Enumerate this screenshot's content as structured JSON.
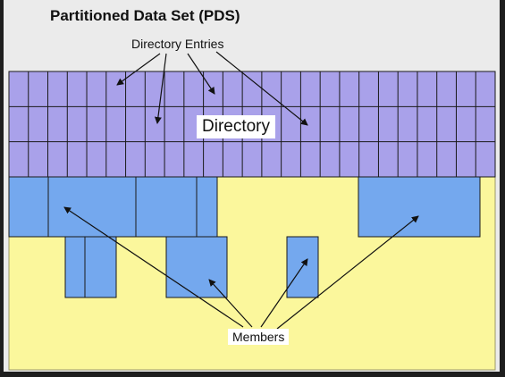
{
  "title": "Partitioned Data Set (PDS)",
  "labels": {
    "directory_entries": "Directory Entries",
    "directory": "Directory",
    "members": "Members"
  },
  "colors": {
    "page_background": "#ebebeb",
    "frame": "#1e1e1e",
    "directory_fill": "#a9a1ea",
    "data_area_fill": "#fbf79c",
    "member_fill": "#74a8ee",
    "grid_line": "#1a1a1a",
    "arrow": "#111111"
  }
}
